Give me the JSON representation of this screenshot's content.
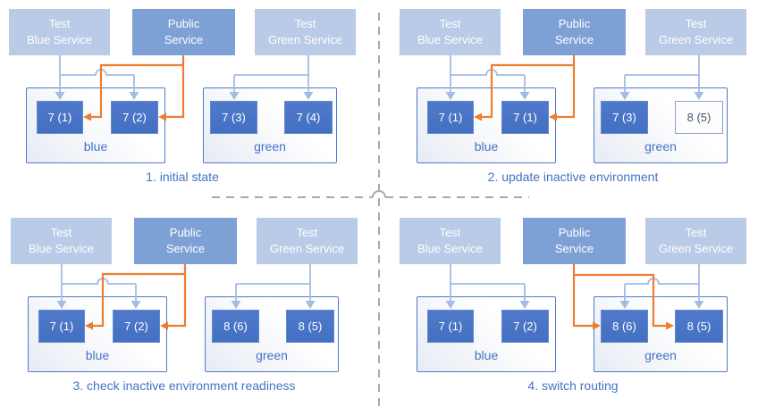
{
  "colors": {
    "accent_blue": "#4472c4",
    "service_light_fill": "#b9cbe7",
    "service_public_fill": "#7da1d5",
    "pod_fill": "#4472c4",
    "pod_outline_text": "#44546a",
    "arrow_light_blue": "#a3bce4",
    "arrow_orange": "#ed7d31",
    "divider_gray": "#a9a9a9",
    "caption_text": "#4472c4"
  },
  "panels": [
    {
      "caption": "1. initial state",
      "public_routes_to": "blue",
      "services": [
        {
          "line1": "Test",
          "line2": "Blue Service"
        },
        {
          "line1": "Public",
          "line2": "Service"
        },
        {
          "line1": "Test",
          "line2": "Green Service"
        }
      ],
      "environments": [
        {
          "label": "blue",
          "pods": [
            {
              "label": "7 (1)",
              "variant": "solid"
            },
            {
              "label": "7 (2)",
              "variant": "solid"
            }
          ]
        },
        {
          "label": "green",
          "pods": [
            {
              "label": "7 (3)",
              "variant": "solid"
            },
            {
              "label": "7 (4)",
              "variant": "solid"
            }
          ]
        }
      ]
    },
    {
      "caption": "2. update inactive environment",
      "public_routes_to": "blue",
      "services": [
        {
          "line1": "Test",
          "line2": "Blue Service"
        },
        {
          "line1": "Public",
          "line2": "Service"
        },
        {
          "line1": "Test",
          "line2": "Green Service"
        }
      ],
      "environments": [
        {
          "label": "blue",
          "pods": [
            {
              "label": "7 (1)",
              "variant": "solid"
            },
            {
              "label": "7 (1)",
              "variant": "solid"
            }
          ]
        },
        {
          "label": "green",
          "pods": [
            {
              "label": "7 (3)",
              "variant": "solid"
            },
            {
              "label": "8 (5)",
              "variant": "outline"
            }
          ]
        }
      ]
    },
    {
      "caption": "3. check inactive environment readiness",
      "public_routes_to": "blue",
      "services": [
        {
          "line1": "Test",
          "line2": "Blue Service"
        },
        {
          "line1": "Public",
          "line2": "Service"
        },
        {
          "line1": "Test",
          "line2": "Green Service"
        }
      ],
      "environments": [
        {
          "label": "blue",
          "pods": [
            {
              "label": "7 (1)",
              "variant": "solid"
            },
            {
              "label": "7 (2)",
              "variant": "solid"
            }
          ]
        },
        {
          "label": "green",
          "pods": [
            {
              "label": "8 (6)",
              "variant": "solid"
            },
            {
              "label": "8 (5)",
              "variant": "solid"
            }
          ]
        }
      ]
    },
    {
      "caption": "4. switch routing",
      "public_routes_to": "green",
      "services": [
        {
          "line1": "Test",
          "line2": "Blue Service"
        },
        {
          "line1": "Public",
          "line2": "Service"
        },
        {
          "line1": "Test",
          "line2": "Green Service"
        }
      ],
      "environments": [
        {
          "label": "blue",
          "pods": [
            {
              "label": "7 (1)",
              "variant": "solid"
            },
            {
              "label": "7 (2)",
              "variant": "solid"
            }
          ]
        },
        {
          "label": "green",
          "pods": [
            {
              "label": "8 (6)",
              "variant": "solid"
            },
            {
              "label": "8 (5)",
              "variant": "solid"
            }
          ]
        }
      ]
    }
  ]
}
